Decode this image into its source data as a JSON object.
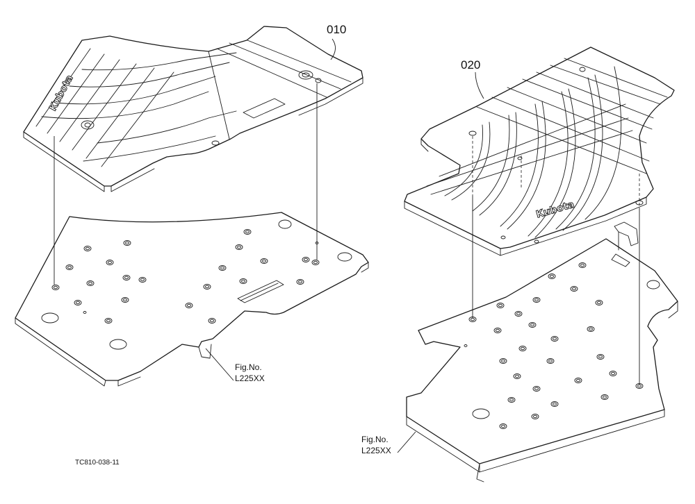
{
  "labels": {
    "part_a": "010",
    "part_b": "020",
    "fig_a_line1": "Fig.No.",
    "fig_a_line2": "L225XX",
    "fig_b_line1": "Fig.No.",
    "fig_b_line2": "L225XX",
    "drawing_code": "TC810-038-11",
    "logo_text": "Kubota"
  }
}
